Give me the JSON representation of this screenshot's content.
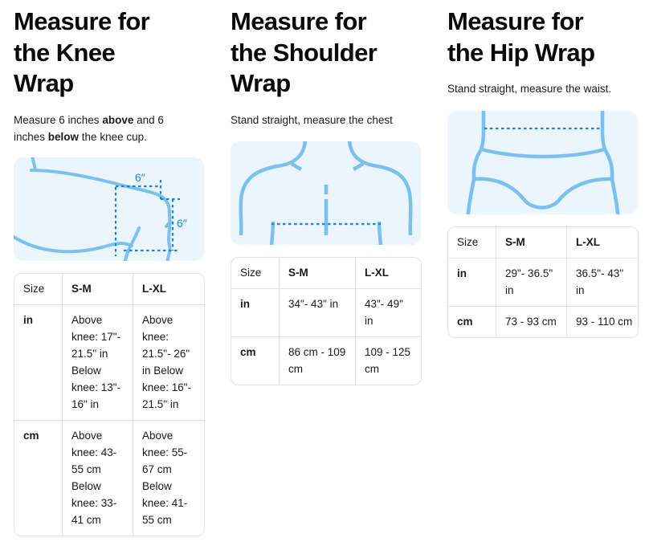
{
  "colors": {
    "illustration_bg": "#eaf5fd",
    "body_line": "#7cc0f0",
    "measure_line": "#1787d9",
    "table_border": "#e3e3e3"
  },
  "knee": {
    "title_lines": [
      "Measure for",
      "the Knee",
      "Wrap"
    ],
    "desc": {
      "part1": "Measure 6 inches ",
      "bold1": "above",
      "part2": " and 6 inches ",
      "bold2": "below",
      "part3": " the knee cup."
    },
    "illustration": {
      "label_top": "6″",
      "label_side": "6″",
      "icon": "knee-diagram"
    },
    "table": {
      "headers": [
        "Size",
        "S-M",
        "L-XL"
      ],
      "rows": [
        {
          "unit": "in",
          "sm": "Above knee: 17\"- 21.5\" in Below knee: 13\"- 16\" in",
          "lxl": "Above knee: 21.5\"- 26\" in Below knee: 16\"- 21.5\" in"
        },
        {
          "unit": "cm",
          "sm": "Above knee: 43- 55 cm Below knee: 33- 41 cm",
          "lxl": "Above knee: 55- 67 cm Below knee: 41- 55 cm"
        }
      ]
    }
  },
  "shoulder": {
    "title_lines": [
      "Measure for",
      "the Shoulder",
      "Wrap"
    ],
    "desc": "Stand straight, measure the chest",
    "illustration": {
      "icon": "shoulder-diagram"
    },
    "table": {
      "headers": [
        "Size",
        "S-M",
        "L-XL"
      ],
      "rows": [
        {
          "unit": "in",
          "sm": "34\"- 43\" in",
          "lxl": "43\"- 49\" in"
        },
        {
          "unit": "cm",
          "sm": "86 cm - 109 cm",
          "lxl": "109 - 125 cm"
        }
      ]
    }
  },
  "hip": {
    "title_lines": [
      "Measure for",
      "the Hip Wrap"
    ],
    "desc": "Stand straight, measure the waist.",
    "illustration": {
      "icon": "hip-diagram"
    },
    "table": {
      "headers": [
        "Size",
        "S-M",
        "L-XL"
      ],
      "rows": [
        {
          "unit": "in",
          "sm": "29\"- 36.5\" in",
          "lxl": "36.5\"- 43\" in"
        },
        {
          "unit": "cm",
          "sm": "73 - 93 cm",
          "lxl": "93 - 110 cm"
        }
      ]
    }
  }
}
